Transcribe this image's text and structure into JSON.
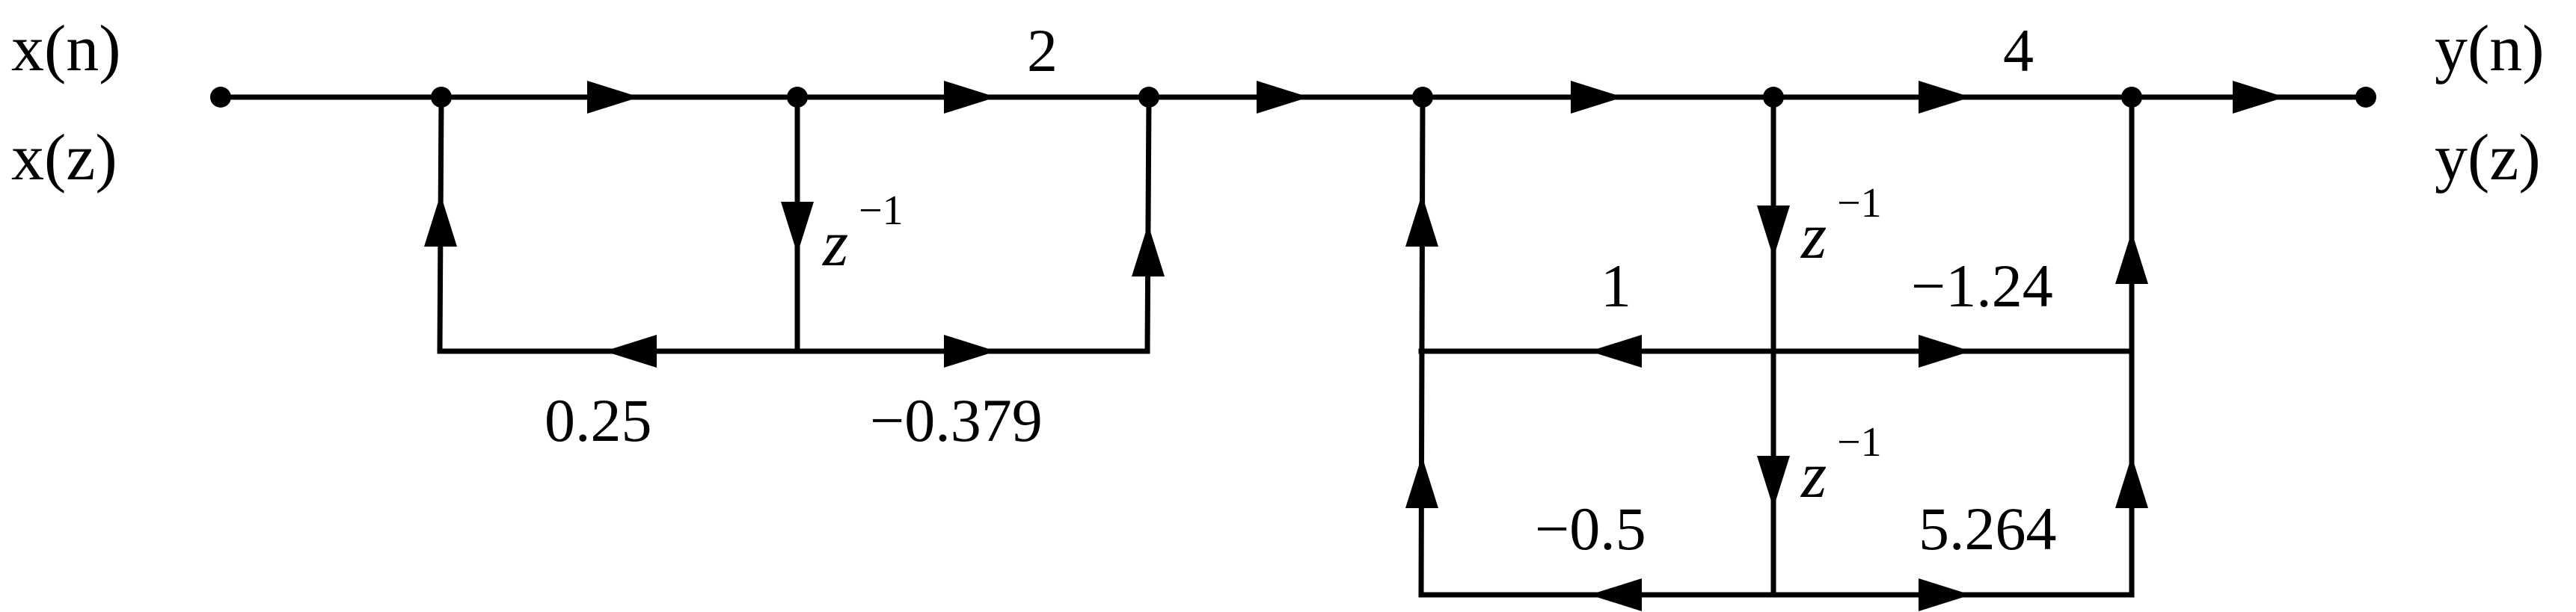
{
  "labels": {
    "input_time": "x(n)",
    "input_z": "x(z)",
    "output_time": "y(n)",
    "output_z": "y(z)"
  },
  "gains": {
    "g1": "2",
    "g2": "4",
    "g3": "0.25",
    "g4": "−0.379",
    "g5": "1",
    "g6": "−1.24",
    "g7": "−0.5",
    "g8": "5.264"
  },
  "delays": {
    "z_base": "z",
    "z_exp": "−1"
  },
  "colors": {
    "line": "#000000",
    "background": "#ffffff"
  }
}
